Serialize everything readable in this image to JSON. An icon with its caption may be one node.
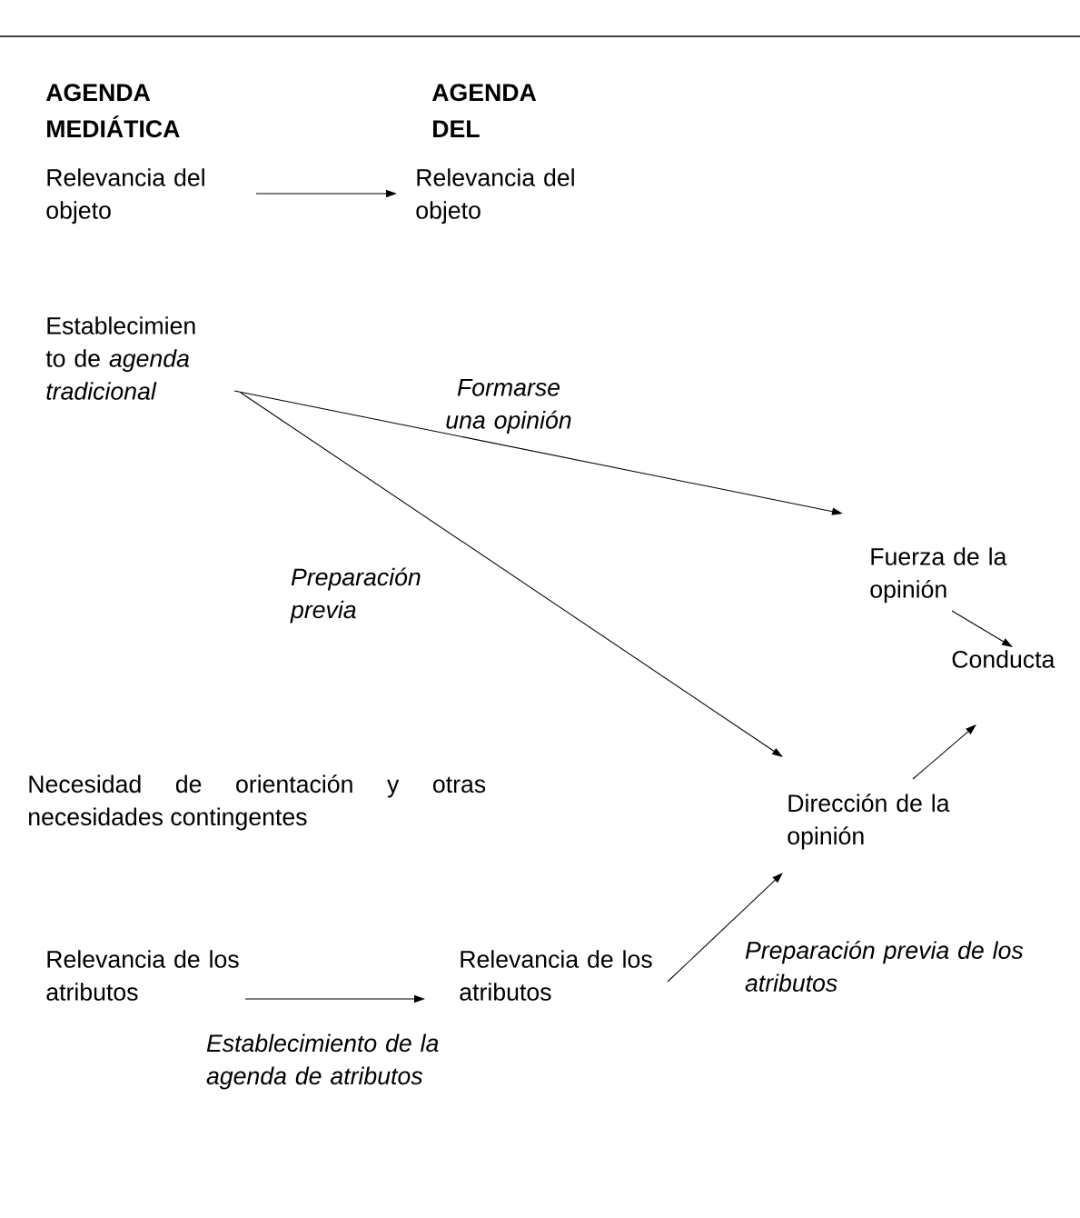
{
  "diagram": {
    "nodes": [
      {
        "text": [
          "Relevancia del objeto"
        ]
      },
      {
        "text": [
          "Relevancia del objeto"
        ]
      },
      {
        "text": [
          "Establecimien to de *agenda tradicional*"
        ]
      },
      {
        "text": [
          "Fuerza de la opinión"
        ]
      },
      {
        "text": [
          "Conducta"
        ]
      },
      {
        "text": [
          "Dirección de la opinión"
        ]
      },
      {
        "text": [
          "Relevancia de los atributos"
        ]
      },
      {
        "text": [
          "Relevancia de los atributos"
        ]
      }
    ],
    "edges": [
      {
        "from": 0,
        "to": 1,
        "arrow": "to"
      },
      {
        "from": 2,
        "to": 3,
        "arrow": "to",
        "label": "Formarse una opinión"
      },
      {
        "from": 2,
        "to": 5,
        "arrow": "to",
        "label": "Preparación previa"
      },
      {
        "from": 3,
        "to": 4,
        "arrow": "to"
      },
      {
        "from": 5,
        "to": 4,
        "arrow": "to"
      },
      {
        "from": 6,
        "to": 7,
        "arrow": "to",
        "label": "Establecimiento de la agenda de atributos"
      },
      {
        "from": 7,
        "to": 5,
        "arrow": "to",
        "label": "Preparación previa de los atributos"
      }
    ],
    "labels": [
      "AGENDA MEDIÁTICA",
      "AGENDA DEL",
      "Necesidad de orientación y otras necesidades contingentes"
    ]
  }
}
